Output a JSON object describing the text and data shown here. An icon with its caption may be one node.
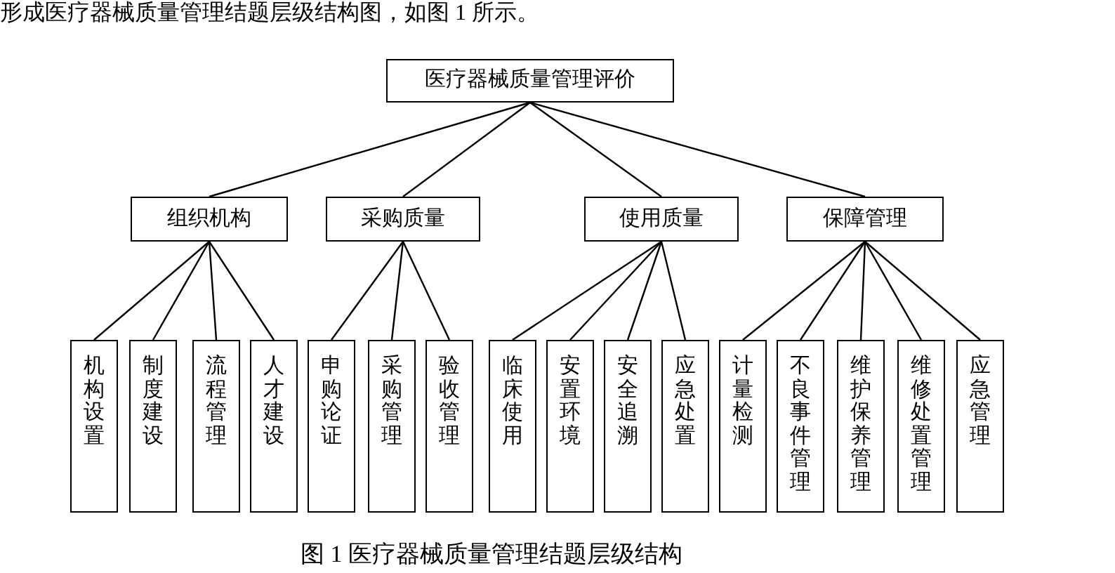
{
  "diagram": {
    "caption": "图 1 医疗器械质量管理结题层级结构",
    "nodes": [
      {
        "text": [
          "医疗器械质量管理评价"
        ]
      },
      {
        "text": [
          "组织机构"
        ]
      },
      {
        "text": [
          "采购质量"
        ]
      },
      {
        "text": [
          "使用质量"
        ]
      },
      {
        "text": [
          "保障管理"
        ]
      },
      {
        "text": [
          "机构设置"
        ]
      },
      {
        "text": [
          "制度建设"
        ]
      },
      {
        "text": [
          "流程管理"
        ]
      },
      {
        "text": [
          "人才建设"
        ]
      },
      {
        "text": [
          "申购论证"
        ]
      },
      {
        "text": [
          "采购管理"
        ]
      },
      {
        "text": [
          "验收管理"
        ]
      },
      {
        "text": [
          "临床使用"
        ]
      },
      {
        "text": [
          "安置环境"
        ]
      },
      {
        "text": [
          "安全追溯"
        ]
      },
      {
        "text": [
          "应急处置"
        ]
      },
      {
        "text": [
          "计量检测"
        ]
      },
      {
        "text": [
          "不良事件管理"
        ]
      },
      {
        "text": [
          "维护保养管理"
        ]
      },
      {
        "text": [
          "维修处置管理"
        ]
      },
      {
        "text": [
          "应急管理"
        ]
      }
    ],
    "edges": [
      {
        "from": 0,
        "to": 1,
        "arrow": "none"
      },
      {
        "from": 0,
        "to": 2,
        "arrow": "none"
      },
      {
        "from": 0,
        "to": 3,
        "arrow": "none"
      },
      {
        "from": 0,
        "to": 4,
        "arrow": "none"
      },
      {
        "from": 1,
        "to": 5,
        "arrow": "none"
      },
      {
        "from": 1,
        "to": 6,
        "arrow": "none"
      },
      {
        "from": 1,
        "to": 7,
        "arrow": "none"
      },
      {
        "from": 1,
        "to": 8,
        "arrow": "none"
      },
      {
        "from": 2,
        "to": 9,
        "arrow": "none"
      },
      {
        "from": 2,
        "to": 10,
        "arrow": "none"
      },
      {
        "from": 2,
        "to": 11,
        "arrow": "none"
      },
      {
        "from": 3,
        "to": 12,
        "arrow": "none"
      },
      {
        "from": 3,
        "to": 13,
        "arrow": "none"
      },
      {
        "from": 3,
        "to": 14,
        "arrow": "none"
      },
      {
        "from": 3,
        "to": 15,
        "arrow": "none"
      },
      {
        "from": 4,
        "to": 16,
        "arrow": "none"
      },
      {
        "from": 4,
        "to": 17,
        "arrow": "none"
      },
      {
        "from": 4,
        "to": 18,
        "arrow": "none"
      },
      {
        "from": 4,
        "to": 19,
        "arrow": "none"
      },
      {
        "from": 4,
        "to": 20,
        "arrow": "none"
      }
    ],
    "labels": [
      "形成医疗器械质量管理结题层级结构图，如图 1 所示。"
    ]
  }
}
